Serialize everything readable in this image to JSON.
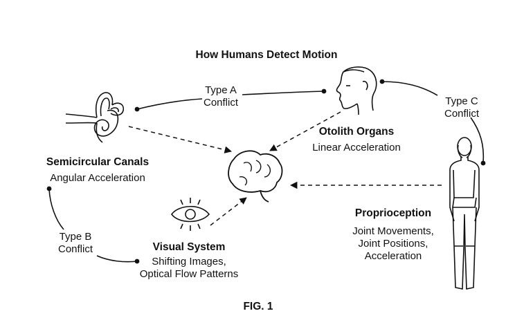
{
  "title": "How Humans Detect Motion",
  "figure_label": "FIG. 1",
  "nodes": {
    "semicircular": {
      "name": "Semicircular Canals",
      "detail": "Angular Acceleration"
    },
    "otolith": {
      "name": "Otolith Organs",
      "detail": "Linear Acceleration"
    },
    "visual": {
      "name": "Visual System",
      "detail": "Shifting Images,\nOptical Flow Patterns"
    },
    "proprioception": {
      "name": "Proprioception",
      "detail": "Joint Movements,\nJoint Positions,\nAcceleration"
    }
  },
  "conflicts": {
    "a": "Type A\nConflict",
    "b": "Type B\nConflict",
    "c": "Type C\nConflict"
  },
  "icons": [
    "inner-ear-icon",
    "head-profile-icon",
    "brain-icon",
    "eye-icon",
    "human-body-icon"
  ]
}
